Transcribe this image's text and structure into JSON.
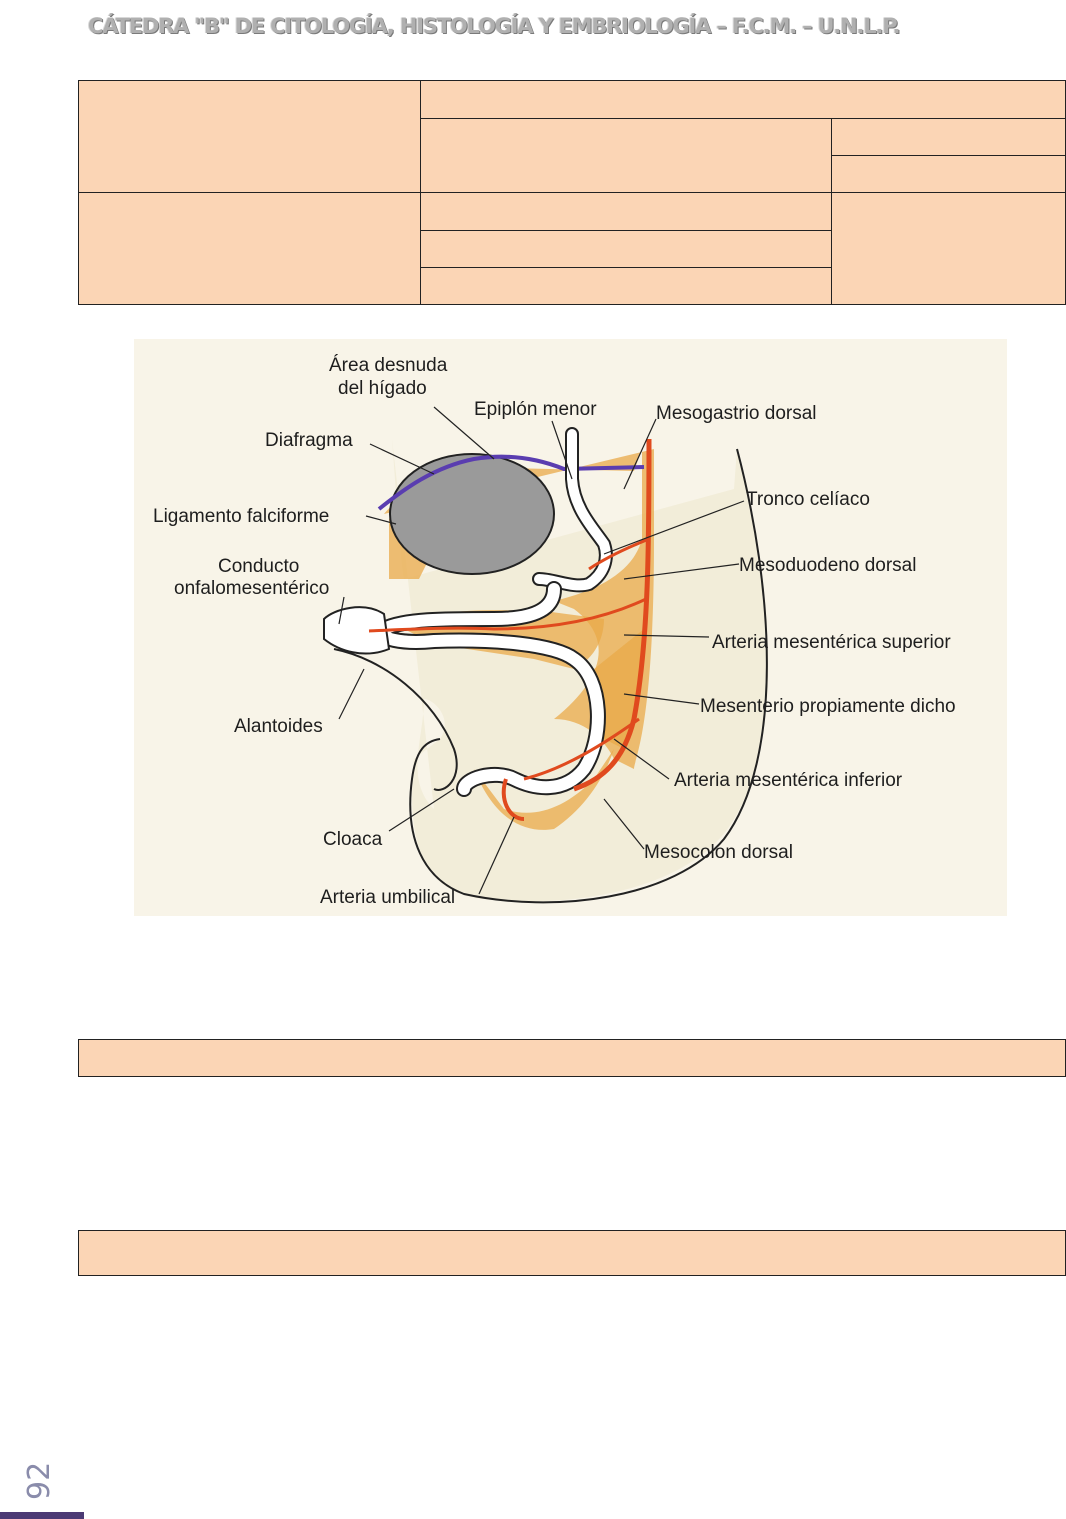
{
  "header": {
    "title": "CÁTEDRA \"B\" DE CITOLOGÍA, HISTOLOGÍA Y EMBRIOLOGÍA – F.C.M. – U.N.L.P."
  },
  "figure": {
    "labels": {
      "area_desnuda": "Área desnuda",
      "del_higado": "del hígado",
      "epiplon_menor": "Epiplón menor",
      "mesogastrio_dorsal": "Mesogastrio dorsal",
      "diafragma": "Diafragma",
      "tronco_celiaco": "Tronco celíaco",
      "ligamento_falciforme": "Ligamento falciforme",
      "mesoduodeno_dorsal": "Mesoduodeno dorsal",
      "conducto": "Conducto",
      "onfalomesenterico": "onfalomesentérico",
      "arteria_mesenterica_superior": "Arteria mesentérica superior",
      "mesenterio_propiamente_dicho": "Mesenterio propiamente dicho",
      "alantoides": "Alantoides",
      "arteria_mesenterica_inferior": "Arteria mesentérica inferior",
      "cloaca": "Cloaca",
      "mesocolon_dorsal": "Mesocolon dorsal",
      "arteria_umbilical": "Arteria umbilical"
    }
  },
  "page": {
    "number": "92"
  },
  "colors": {
    "fill": "#fbd5b5",
    "artery": "#e04a1e",
    "mesentery": "#e9a94a",
    "accent": "#4b3a74"
  }
}
